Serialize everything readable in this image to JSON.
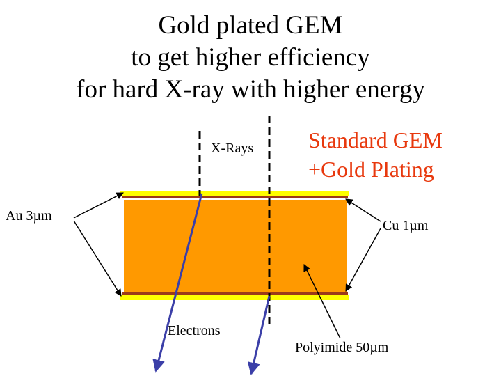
{
  "title": {
    "line1": "Gold plated GEM",
    "line2": "to get higher efficiency",
    "line3": "for hard X-ray with higher energy"
  },
  "labels": {
    "xrays": "X-Rays",
    "standard_line1": "Standard GEM",
    "standard_line2": "+Gold Plating",
    "au": "Au  3µm",
    "cu": "Cu  1µm",
    "electrons": "Electrons",
    "polyimide": "Polyimide  50µm"
  },
  "colors": {
    "gold": "#ffff00",
    "copper": "#9c3a1a",
    "polyimide": "#ff9900",
    "electron_track": "#3b3fa8",
    "accent_text": "#e8380d"
  }
}
